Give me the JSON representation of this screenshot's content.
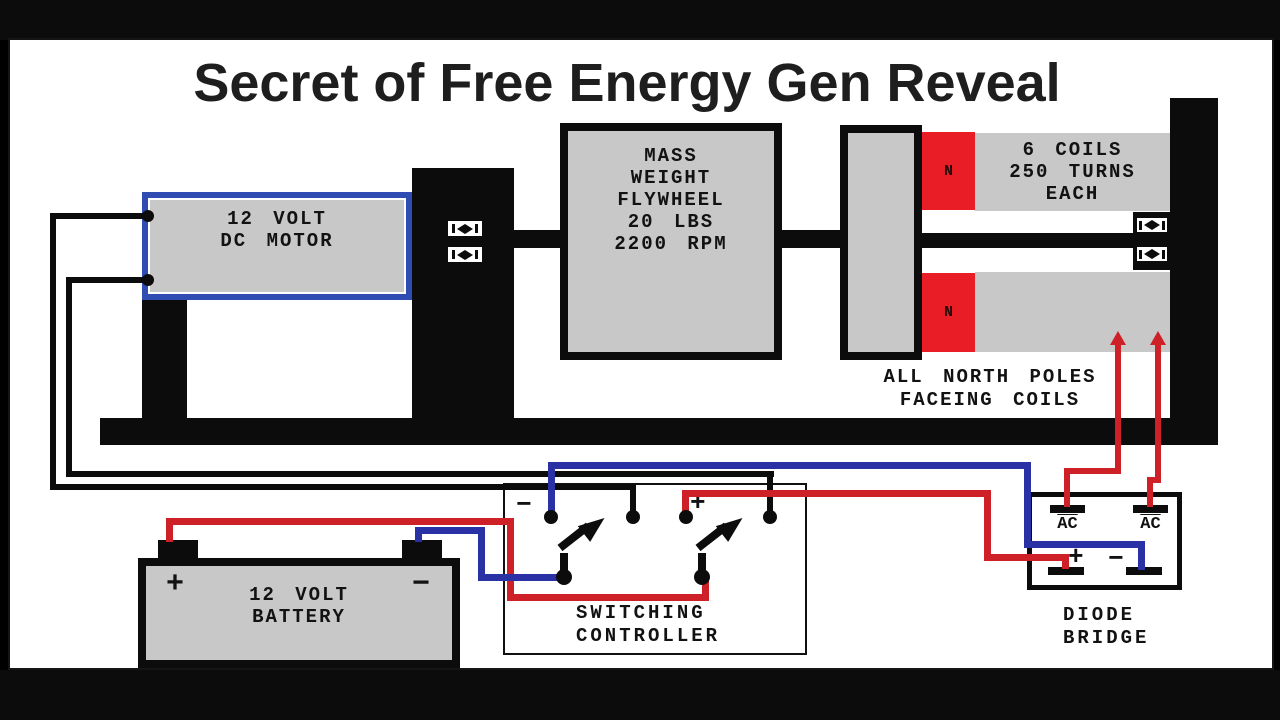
{
  "title": "Secret of Free Energy Gen Reveal",
  "colors": {
    "black": "#0c0c0c",
    "wire_red": "#cd2127",
    "wire_blue": "#2a31a5",
    "magnet_red": "#e91d25",
    "motor_border_blue": "#2f4cb3",
    "component_gray": "#c8c8c8",
    "title_color": "#1e1e1e",
    "background": "#ffffff"
  },
  "components": {
    "motor": {
      "line1": "12 VOLT",
      "line2": "DC MOTOR"
    },
    "flywheel": {
      "lines": [
        "MASS",
        "WEIGHT",
        "FLYWHEEL",
        "20 LBS",
        "2200 RPM"
      ]
    },
    "coils": {
      "lines": [
        "6 COILS",
        "250 TURNS",
        "EACH"
      ]
    },
    "magnet": {
      "pole_label": "N"
    },
    "magnet_note": {
      "line1": "ALL NORTH POLES",
      "line2": "FACEING COILS"
    },
    "battery": {
      "plus": "+",
      "minus": "−",
      "line1": "12 VOLT",
      "line2": "BATTERY"
    },
    "controller": {
      "minus": "−",
      "plus": "+",
      "line1": "SWITCHING",
      "line2": "CONTROLLER"
    },
    "diode_bridge": {
      "ac_left": "AC",
      "ac_right": "AC",
      "plus": "+",
      "minus": "−",
      "line1": "DIODE",
      "line2": "BRIDGE"
    }
  }
}
